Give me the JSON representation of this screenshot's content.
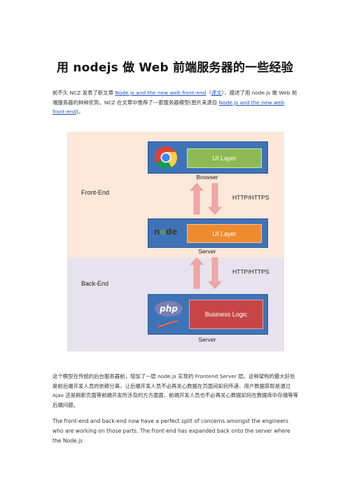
{
  "title": "用 nodejs 做 Web 前端服务器的一些经验",
  "intro": {
    "t1": "前不久 NCZ 发表了新文章 ",
    "link1": "Node.js and the new web front-end",
    "t2": "（",
    "link2": "译文",
    "t3": "），描述了用 node.js 做 Web 前端服务器的种种优势。NCZ 在文章中推荐了一套服务器模型(图片来源自 ",
    "link3": "Node.js and the new web front-end",
    "t4": ")。"
  },
  "diagram": {
    "front_label": "Front-End",
    "back_label": "Back-End",
    "ui_layer_1": "UI Layer",
    "ui_layer_2": "UI Layer",
    "business_logic": "Business Logic",
    "browser_label": "Browser",
    "server_label_1": "Server",
    "server_label_2": "Server",
    "protocol_1": "HTTP/HTTPS",
    "protocol_2": "HTTP/HTTPS",
    "node_logo_prefix": "n",
    "node_logo_o": "o",
    "node_logo_suffix": "de",
    "php_logo": "php",
    "colors": {
      "front_bg": "#fbe8d9",
      "back_bg": "#e7e3ee",
      "server_box": "#3f73b8",
      "ui_layer_browser": "#8dba52",
      "ui_layer_node": "#ef8a2e",
      "business_logic": "#c74546",
      "arrow": "#f2a6a6"
    }
  },
  "para2": {
    "t1": "这个模型在传统的后台服务器前，增加了一层 node.js 实现的 Frontend Server 层。这种架构的最大好处是前后端开发人员的依赖分离，让后端开发人员不必再关心数据在页面间如何传递、用户数据获取是通过 Ajax 还是刷新页面等前端开发所涉及的方方面面，前端开发人员也不必再关心数据如何在数据库中存储等等后端问题。"
  },
  "para3": {
    "t1": "The front-end and back-end now have a perfect split of concerns amongst the engineers who are working on those parts. The front-end has expanded back onto the server where the Node.js"
  }
}
